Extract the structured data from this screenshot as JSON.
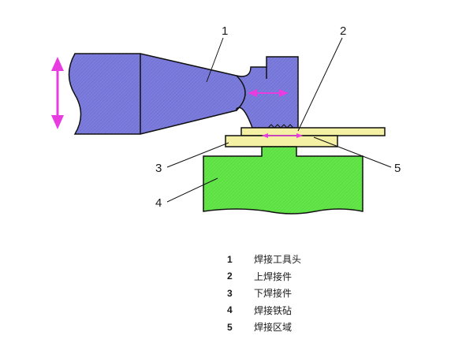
{
  "callouts": {
    "tool_head": "1",
    "upper_part": "2",
    "lower_part": "3",
    "anvil": "4",
    "weld_zone": "5"
  },
  "legend": [
    {
      "number": "1",
      "label": "焊接工具头"
    },
    {
      "number": "2",
      "label": "上焊接件"
    },
    {
      "number": "3",
      "label": "下焊接件"
    },
    {
      "number": "4",
      "label": "焊接铁砧"
    },
    {
      "number": "5",
      "label": "焊接区域"
    }
  ],
  "colors": {
    "tool": "#7c7cdc",
    "tool_hatch": "#5f5fc4",
    "workpiece": "#f4f0a4",
    "anvil": "#64e64a",
    "arrow": "#e83ce0",
    "outline": "#111111"
  },
  "icons": {
    "vertical_motion": "double-headed-vertical-arrow",
    "horizontal_vibration": "double-headed-horizontal-arrow"
  }
}
